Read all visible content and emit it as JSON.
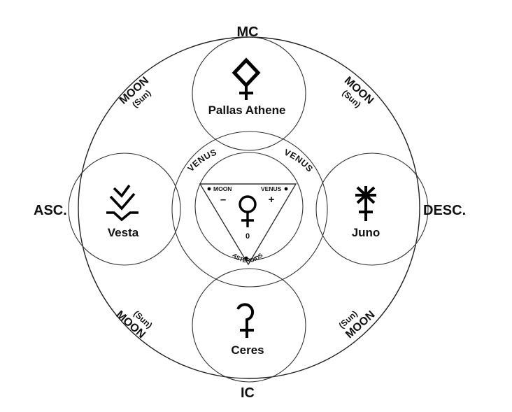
{
  "cardinal": {
    "top": "MC",
    "bottom": "IC",
    "left": "ASC.",
    "right": "DESC."
  },
  "quadrants": {
    "top_left": {
      "main": "MOON",
      "sub": "(Sun)"
    },
    "top_right": {
      "main": "MOON",
      "sub": "(Sun)"
    },
    "bottom_left": {
      "main": "MOON",
      "sub": "(Sun)"
    },
    "bottom_right": {
      "main": "MOON",
      "sub": "(Sun)"
    }
  },
  "asteroids": {
    "top": {
      "name": "Pallas Athene",
      "icon": "pallas-athene-icon"
    },
    "left": {
      "name": "Vesta",
      "icon": "vesta-icon"
    },
    "right": {
      "name": "Juno",
      "icon": "juno-icon"
    },
    "bottom": {
      "name": "Ceres",
      "icon": "ceres-icon"
    }
  },
  "center": {
    "arc_left": "VENUS",
    "arc_right": "VENUS",
    "triangle_left": "MOON",
    "triangle_right": "VENUS",
    "minus": "–",
    "plus": "+",
    "zero": "0",
    "bottom_arc": "ASTEROIDS",
    "icon": "venus-icon"
  },
  "colors": {
    "ink": "#000000",
    "background": "#ffffff"
  }
}
